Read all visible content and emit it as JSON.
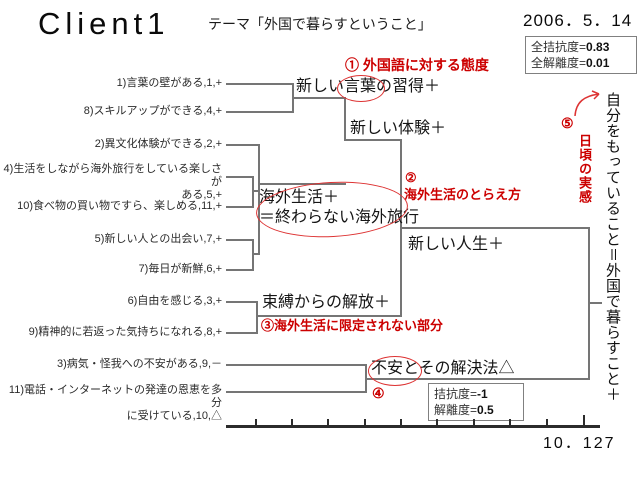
{
  "header": {
    "client": "Client1",
    "theme": "テーマ「外国で暮らすということ」",
    "date": "2006．5．14"
  },
  "global_stats": {
    "kikkodo_label": "全拮抗度=",
    "kikkodo_value": "0.83",
    "kairido_label": "全解離度=",
    "kairido_value": "0.01"
  },
  "local_stats": {
    "kikkodo_label": "拮抗度=",
    "kikkodo_value": "-1",
    "kairido_label": "解離度=",
    "kairido_value": "0.5"
  },
  "items": [
    {
      "text": "1)言葉の壁がある,1,+"
    },
    {
      "text": "8)スキルアップができる,4,+"
    },
    {
      "text": "2)異文化体験ができる,2,+"
    },
    {
      "text": "4)生活をしながら海外旅行をしている楽しさが\nある,5,+"
    },
    {
      "text": "10)食べ物の買い物ですら、楽しめる,11,+"
    },
    {
      "text": "5)新しい人との出会い,7,+"
    },
    {
      "text": "7)毎日が新鮮,6,+"
    },
    {
      "text": "6)自由を感じる,3,+"
    },
    {
      "text": "9)精神的に若返った気持ちになれる,8,+"
    },
    {
      "text": "3)病気・怪我への不安がある,9,－"
    },
    {
      "text": "11)電話・インターネットの発達の恩恵を多分\nに受けている,10,△"
    }
  ],
  "clusters": {
    "language": "新しい言葉の習得＋",
    "experience": "新しい体験＋",
    "overseas_life": "海外生活＋\n＝終わらない海外旅行",
    "new_life": "新しい人生＋",
    "freedom": "束縛からの解放＋",
    "anxiety": "不安とその解決法△",
    "root": "自分をもっていること＝外国で暮らすこと＋"
  },
  "annotations": {
    "a1": "① 外国語に対する態度",
    "a2_num": "②",
    "a2_text": "海外生活のとらえ方",
    "a3": "③海外生活に限定されない部分",
    "a4": "④",
    "a5_num": "⑤",
    "a5_text": "日頃の実感"
  },
  "axis": {
    "scale_label": "10．127"
  },
  "colors": {
    "annotation_red": "#cc0000",
    "tree_line": "#757575"
  }
}
